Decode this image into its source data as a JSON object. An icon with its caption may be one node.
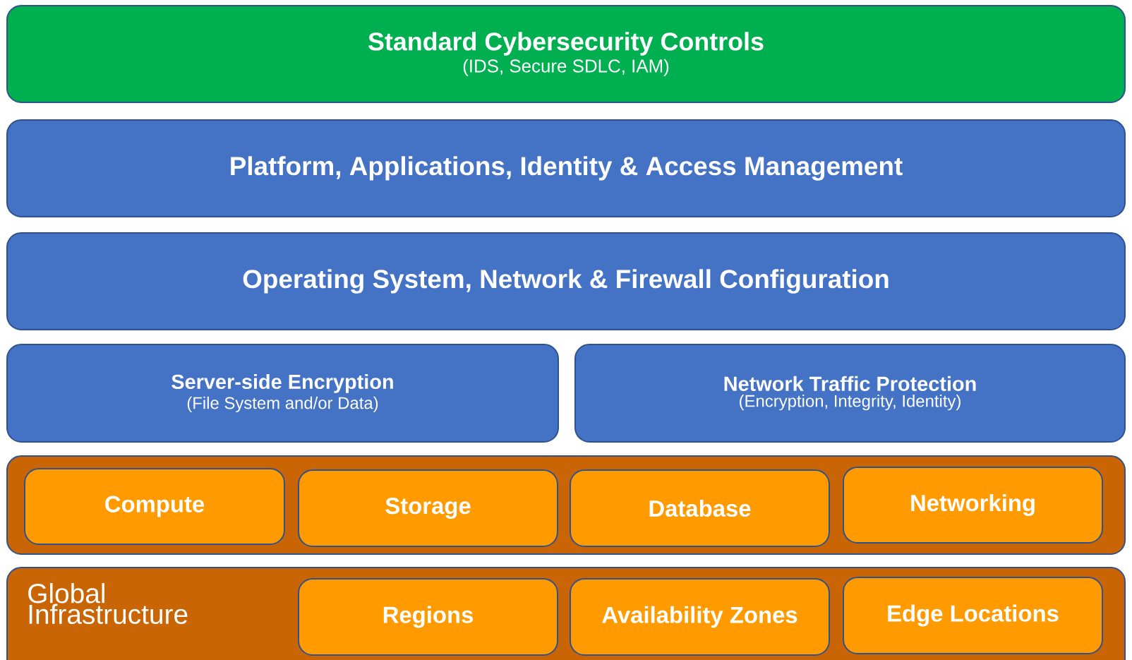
{
  "diagram": {
    "nodes": [
      {
        "text": [
          "Standard Cybersecurity Controls",
          "(IDS, Secure SDLC, IAM)"
        ]
      },
      {
        "text": [
          "Platform, Applications, Identity & Access Management"
        ]
      },
      {
        "text": [
          "Operating System, Network & Firewall Configuration"
        ]
      },
      {
        "text": [
          "Server-side Encryption",
          "(File System and/or Data)"
        ]
      },
      {
        "text": [
          "Network Traffic Protection",
          "(Encryption, Integrity, Identity)"
        ]
      },
      {
        "text": [],
        "shape": "box"
      },
      {
        "text": [
          "Compute"
        ],
        "in": 5
      },
      {
        "text": [
          "Storage"
        ],
        "in": 5
      },
      {
        "text": [
          "Database"
        ],
        "in": 5
      },
      {
        "text": [
          "Networking"
        ],
        "in": 5
      },
      {
        "text": [
          "Global Infrastructure"
        ]
      },
      {
        "text": [
          "Regions"
        ],
        "in": 10
      },
      {
        "text": [
          "Availability Zones"
        ],
        "in": 10
      },
      {
        "text": [
          "Edge Locations"
        ],
        "in": 10
      }
    ]
  }
}
